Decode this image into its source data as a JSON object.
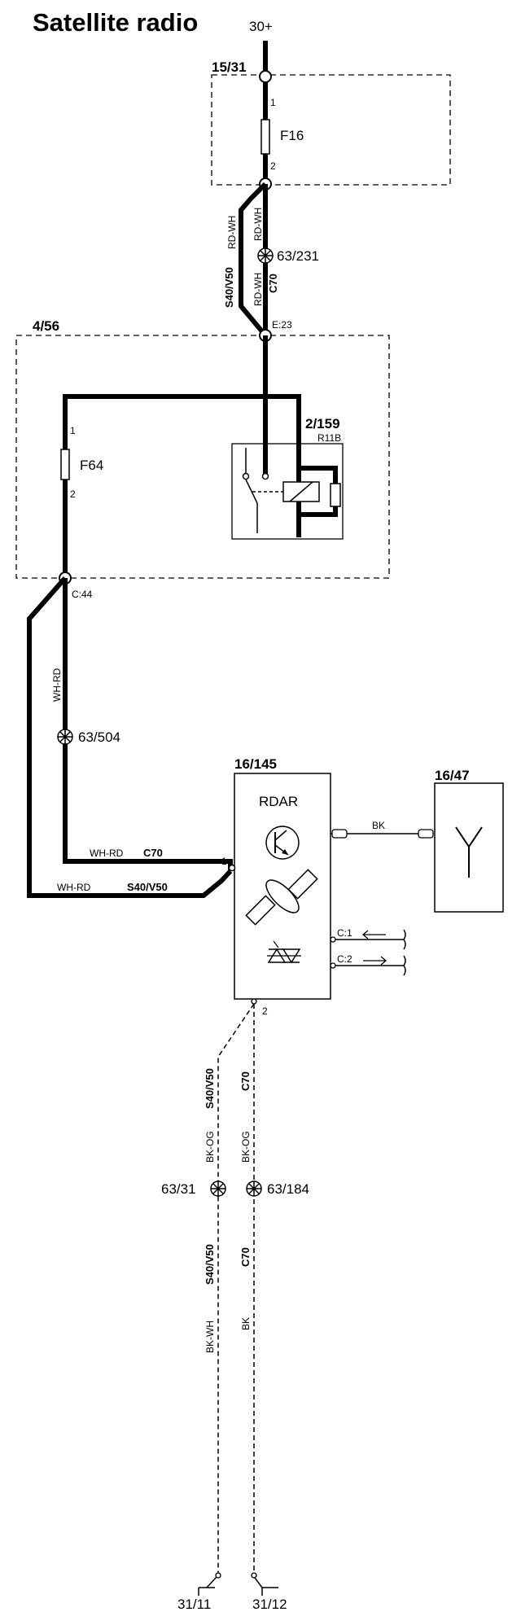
{
  "title": "Satellite radio",
  "supply": "30+",
  "boxes": {
    "fuse_box_top": "15/31",
    "fuse_box_main": "4/56",
    "relay": "2/159",
    "relay_name": "R11B",
    "module": "16/145",
    "module_name": "RDAR",
    "antenna": "16/47"
  },
  "fuses": {
    "f16": "F16",
    "f64": "F64"
  },
  "pins": {
    "p1": "1",
    "p2": "2"
  },
  "connectors": {
    "e23": "E:23",
    "c44": "C:44",
    "c1": "C:1",
    "c2": "C:2"
  },
  "splices": {
    "s1": "63/231",
    "s2": "63/504",
    "s3": "63/31",
    "s4": "63/184"
  },
  "wires": {
    "rd_wh": "RD-WH",
    "wh_rd": "WH-RD",
    "bk": "BK",
    "bk_og": "BK-OG",
    "bk_wh": "BK-WH"
  },
  "variants": {
    "s40v50": "S40/V50",
    "c70": "C70"
  },
  "grounds": {
    "g1": "31/11",
    "g2": "31/12"
  }
}
